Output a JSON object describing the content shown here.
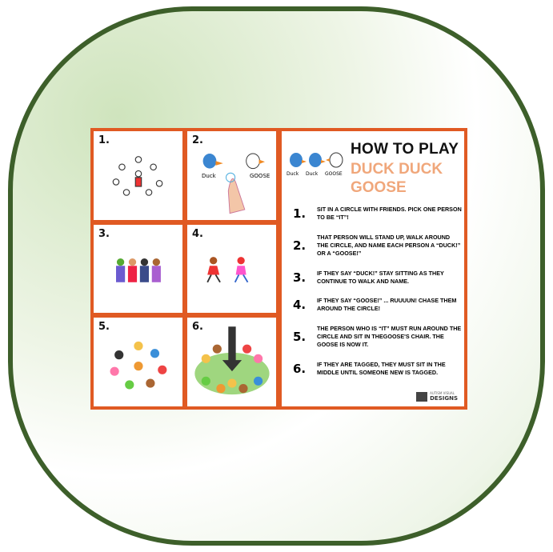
{
  "cells": [
    {
      "num": "1."
    },
    {
      "num": "2.",
      "duck": "Duck",
      "goose": "GOOSE"
    },
    {
      "num": "3."
    },
    {
      "num": "4."
    },
    {
      "num": "5."
    },
    {
      "num": "6."
    }
  ],
  "header": {
    "line1": "HOW TO PLAY",
    "line2": "DUCK DUCK GOOSE",
    "icon_labels": [
      "Duck",
      "Duck",
      "GOOSE"
    ]
  },
  "steps": [
    {
      "num": "1.",
      "text": "Sit in a circle with friends. Pick one person to be “IT”!"
    },
    {
      "num": "2.",
      "text": "That person will stand up, walk around the circle, and name each person a “DUCK!” or a “GOOSE!”"
    },
    {
      "num": "3.",
      "text": "If they say “DUCK!” stay sitting as they continue to walk and name."
    },
    {
      "num": "4.",
      "text": "If they say “GOOSE!” ... RUUUUN! Chase them around the circle!"
    },
    {
      "num": "5.",
      "text": "The person who is “IT” must run around the circle and sit in thegoose's chair. The goose is now it."
    },
    {
      "num": "6.",
      "text": "If they are tagged, they must sit in the middle until someone new is tagged."
    }
  ],
  "logo": {
    "top": "AUTISM VISUAL",
    "bottom": "DESIGNS"
  },
  "colors": {
    "accent": "#e05a23",
    "title_orange": "#f0a77b",
    "frame_green": "#3d5f2a"
  }
}
